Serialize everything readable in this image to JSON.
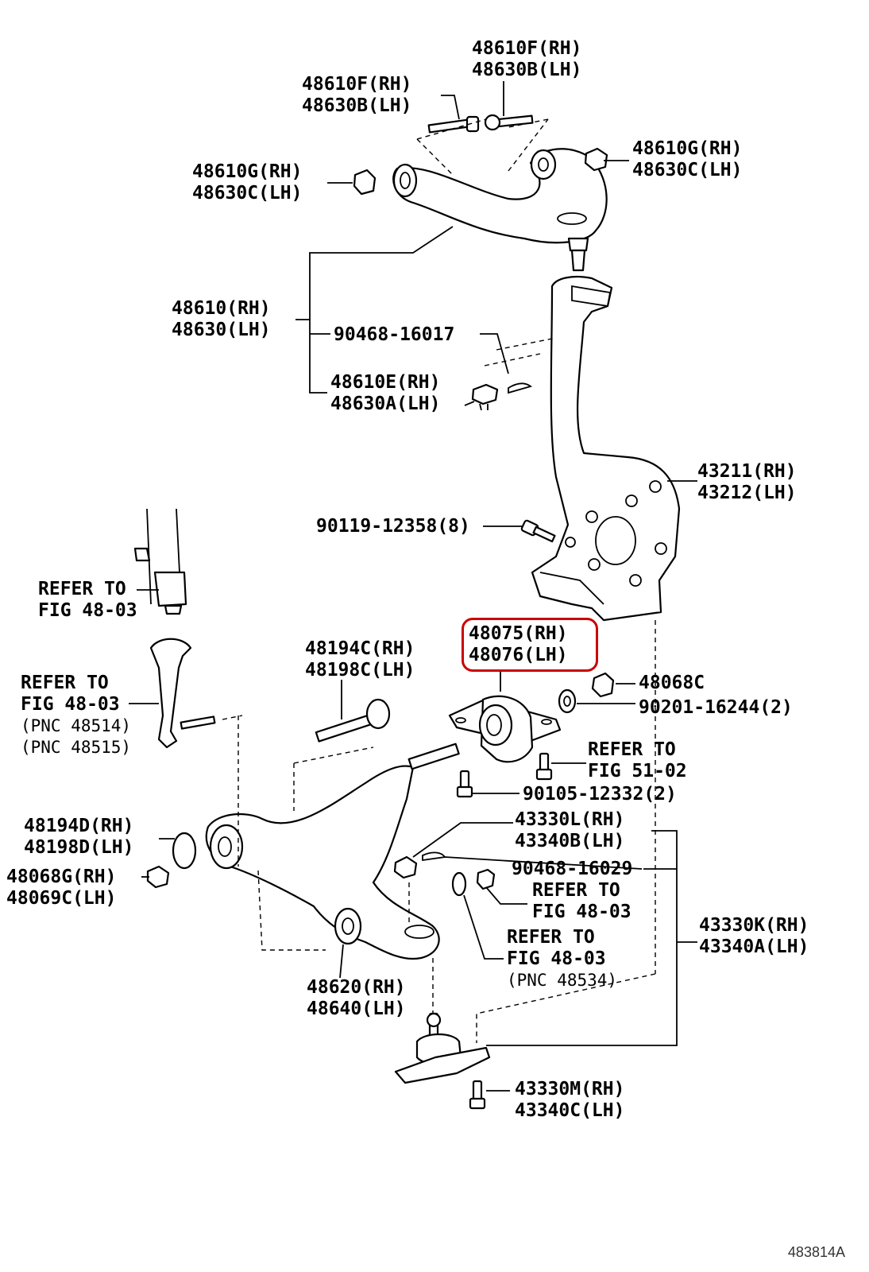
{
  "figure_id": "483814A",
  "highlight_color": "#cc0000",
  "labels": {
    "bolt_upper_rear": [
      "48610F(RH)",
      "48630B(LH)"
    ],
    "bolt_upper_front": [
      "48610F(RH)",
      "48630B(LH)"
    ],
    "nut_upper_right": [
      "48610G(RH)",
      "48630C(LH)"
    ],
    "nut_upper_left": [
      "48610G(RH)",
      "48630C(LH)"
    ],
    "upper_arm": [
      "48610(RH)",
      "48630(LH)"
    ],
    "cotter_pin_upper": "90468-16017",
    "upper_ball_joint": [
      "48610E(RH)",
      "48630A(LH)"
    ],
    "knuckle": [
      "43211(RH)",
      "43212(LH)"
    ],
    "knuckle_bolt": "90119-12358(8)",
    "refer_shock": [
      "REFER TO",
      "FIG 48-03"
    ],
    "bushing": [
      "48075(RH)",
      "48076(LH)"
    ],
    "cam_bolt": [
      "48194C(RH)",
      "48198C(LH)"
    ],
    "nut_48068c": "48068C",
    "washer": "90201-16244(2)",
    "refer_stabilizer": [
      "REFER TO",
      "FIG 48-03",
      "(PNC 48514)",
      "(PNC 48515)"
    ],
    "refer_51_02": [
      "REFER TO",
      "FIG 51-02"
    ],
    "bushing_bolt": "90105-12332(2)",
    "cam_plate": [
      "48194D(RH)",
      "48198D(LH)"
    ],
    "cam_nut": [
      "48068G(RH)",
      "48069C(LH)"
    ],
    "lower_ball_joint_assy": [
      "43330L(RH)",
      "43340B(LH)"
    ],
    "cotter_pin_lower": "90468-16029",
    "refer_nut": [
      "REFER TO",
      "FIG 48-03"
    ],
    "refer_pnc_48534": [
      "REFER TO",
      "FIG 48-03",
      "(PNC 48534)"
    ],
    "lower_ball_joint_kit": [
      "43330K(RH)",
      "43340A(LH)"
    ],
    "lower_arm": [
      "48620(RH)",
      "48640(LH)"
    ],
    "lower_ball_joint_bolt": [
      "43330M(RH)",
      "43340C(LH)"
    ]
  }
}
